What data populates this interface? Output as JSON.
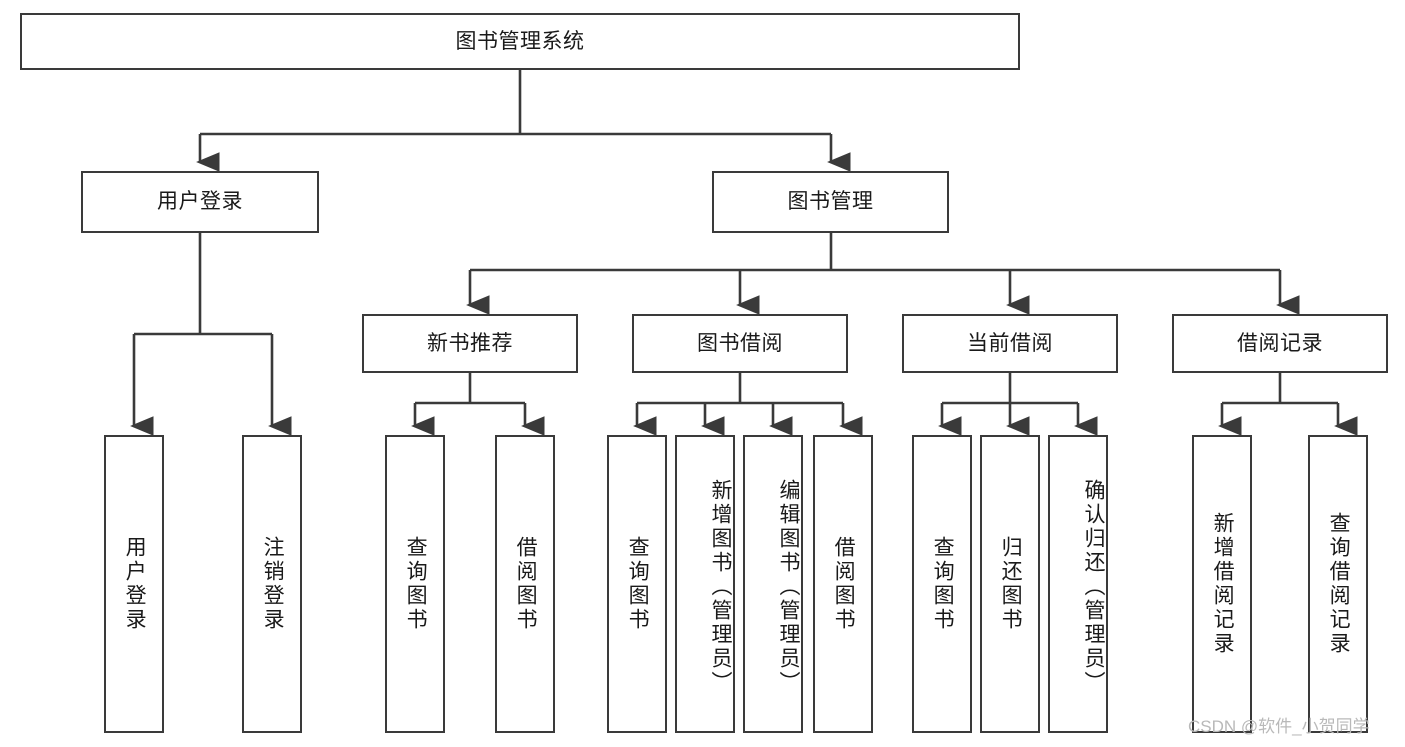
{
  "diagram": {
    "type": "tree-hierarchy",
    "title": "图书管理系统",
    "root": {
      "label": "图书管理系统"
    },
    "level2": [
      {
        "id": "user-login",
        "label": "用户登录"
      },
      {
        "id": "book-manage",
        "label": "图书管理"
      }
    ],
    "level3": [
      {
        "id": "new-book-recommend",
        "label": "新书推荐",
        "parent": "book-manage"
      },
      {
        "id": "book-borrow",
        "label": "图书借阅",
        "parent": "book-manage"
      },
      {
        "id": "current-borrow",
        "label": "当前借阅",
        "parent": "book-manage"
      },
      {
        "id": "borrow-record",
        "label": "借阅记录",
        "parent": "book-manage"
      }
    ],
    "leaves": {
      "user_login": [
        {
          "id": "leaf-user-login",
          "label": "用户登录"
        },
        {
          "id": "leaf-user-logout",
          "label": "注销登录"
        }
      ],
      "new_book_recommend": [
        {
          "id": "leaf-query-book-1",
          "label": "查询图书"
        },
        {
          "id": "leaf-borrow-book-1",
          "label": "借阅图书"
        }
      ],
      "book_borrow": [
        {
          "id": "leaf-query-book-2",
          "label": "查询图书"
        },
        {
          "id": "leaf-add-book",
          "label": "新增图书（管理员）"
        },
        {
          "id": "leaf-edit-book",
          "label": "编辑图书（管理员）"
        },
        {
          "id": "leaf-borrow-book-2",
          "label": "借阅图书"
        }
      ],
      "current_borrow": [
        {
          "id": "leaf-query-book-3",
          "label": "查询图书"
        },
        {
          "id": "leaf-return-book",
          "label": "归还图书"
        },
        {
          "id": "leaf-confirm-return",
          "label": "确认归还（管理员）"
        }
      ],
      "borrow_record": [
        {
          "id": "leaf-add-record",
          "label": "新增借阅记录"
        },
        {
          "id": "leaf-query-record",
          "label": "查询借阅记录"
        }
      ]
    }
  },
  "watermark": {
    "text": "CSDN @软件_小贺同学"
  },
  "colors": {
    "box_border": "#3a3a3a",
    "box_fill": "#ffffff",
    "connector": "#3a3a3a",
    "text": "#1a1a1a",
    "watermark": "#b9b9b9",
    "background": "#ffffff"
  }
}
